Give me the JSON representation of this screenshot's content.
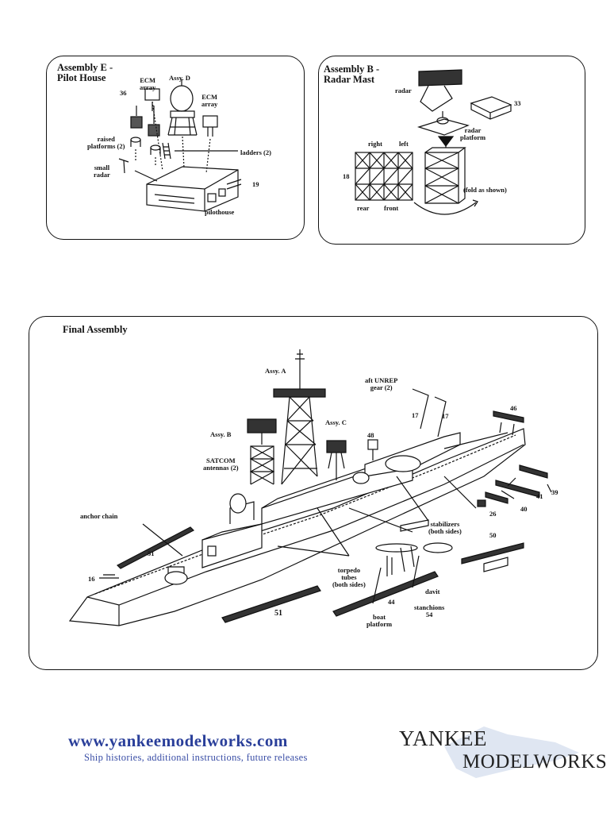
{
  "panel_e": {
    "title_line1": "Assembly E -",
    "title_line2": "Pilot House",
    "labels": {
      "ecm_array_left_1": "ECM",
      "ecm_array_left_2": "array",
      "assy_d": "Assy. D",
      "ecm_array_right_1": "ECM",
      "ecm_array_right_2": "array",
      "part_36": "36",
      "raised_platforms_1": "raised",
      "raised_platforms_2": "platforms (2)",
      "ladders": "ladders (2)",
      "small_radar_1": "small",
      "small_radar_2": "radar",
      "part_19": "19",
      "pilothouse": "pilothouse"
    }
  },
  "panel_b": {
    "title_line1": "Assembly B -",
    "title_line2": "Radar Mast",
    "labels": {
      "radar": "radar",
      "part_33": "33",
      "radar_platform_1": "radar",
      "radar_platform_2": "platform",
      "right": "right",
      "left": "left",
      "part_18": "18",
      "fold_as_shown": "(fold as shown)",
      "rear": "rear",
      "front": "front"
    }
  },
  "panel_final": {
    "title": "Final Assembly",
    "labels": {
      "assy_a": "Assy. A",
      "aft_unrep_1": "aft UNREP",
      "aft_unrep_2": "gear (2)",
      "part_46": "46",
      "part_17a": "17",
      "part_17b": "17",
      "assy_c": "Assy. C",
      "assy_b": "Assy. B",
      "part_48": "48",
      "satcom_1": "SATCOM",
      "satcom_2": "antennas (2)",
      "part_39": "39",
      "part_41": "41",
      "part_40": "40",
      "part_26": "26",
      "anchor_chain": "anchor chain",
      "stabilizers_1": "stabilizers",
      "stabilizers_2": "(both sides)",
      "part_50": "50",
      "part_51a": "51",
      "part_16": "16",
      "torpedo_1": "torpedo",
      "torpedo_2": "tubes",
      "torpedo_3": "(both sides)",
      "davit": "davit",
      "part_44": "44",
      "stanchions": "stanchions",
      "part_54": "54",
      "boat_platform_1": "boat",
      "boat_platform_2": "platform",
      "part_51b": "51"
    }
  },
  "footer": {
    "url": "www.yankeemodelworks.com",
    "tagline": "Ship histories, additional instructions, future releases",
    "logo_line1": "YANKEE",
    "logo_line2": "MODELWORKS"
  },
  "colors": {
    "url_blue": "#2a3f9a",
    "tagline_blue": "#3a4ea6",
    "ink": "#111111"
  }
}
